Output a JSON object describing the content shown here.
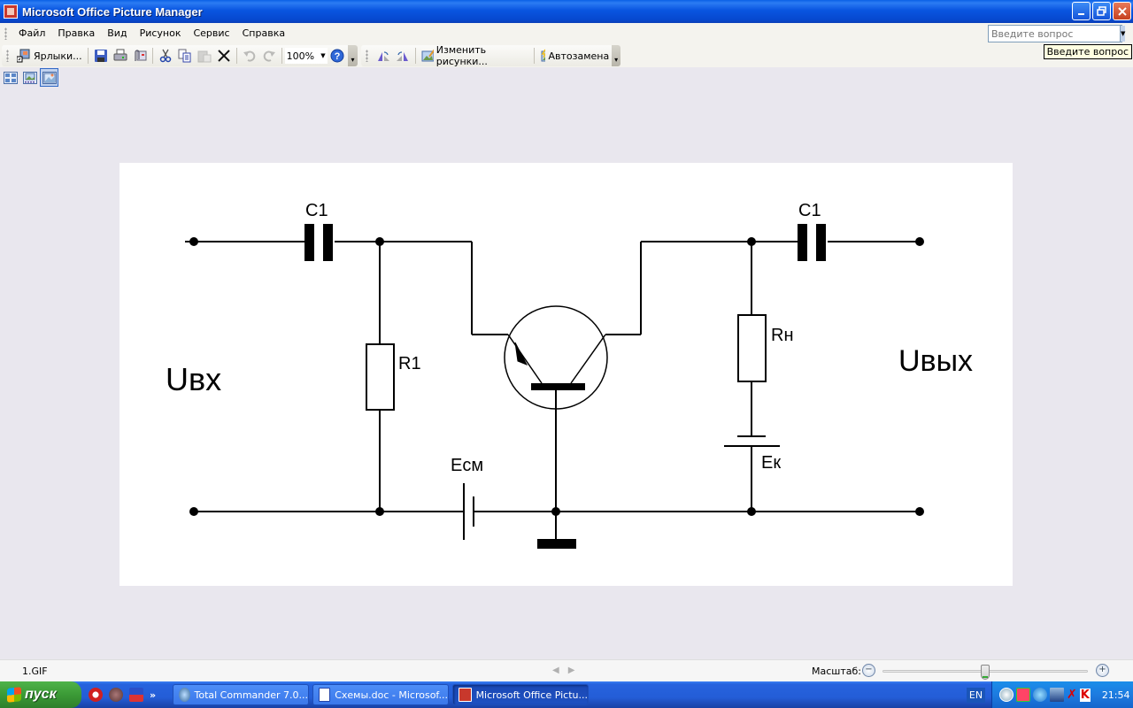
{
  "window": {
    "title": "Microsoft Office Picture Manager"
  },
  "menu": {
    "items": [
      {
        "label": "Файл",
        "accel": "Ф"
      },
      {
        "label": "Правка",
        "accel": "П"
      },
      {
        "label": "Вид",
        "accel": "В"
      },
      {
        "label": "Рисунок",
        "accel": "Р"
      },
      {
        "label": "Сервис",
        "accel": "е"
      },
      {
        "label": "Справка",
        "accel": "С"
      }
    ],
    "help_placeholder": "Введите вопрос",
    "tooltip": "Введите вопрос"
  },
  "toolbar": {
    "shortcuts_label": "Ярлыки...",
    "zoom_value": "100%",
    "edit_pictures_label": "Изменить рисунки...",
    "autocorrect_label": "Автозамена"
  },
  "diagram": {
    "labels": {
      "c1_left": "C1",
      "c1_right": "C1",
      "r1": "R1",
      "rn": "Rн",
      "u_in": "Uвх",
      "u_out": "Uвых",
      "e_bias": "Eсм",
      "e_k": "Eк"
    }
  },
  "statusbar": {
    "file_name": "1.GIF",
    "zoom_label": "Масштаб:",
    "zoom_slider_fraction": 0.5
  },
  "taskbar": {
    "start_label": "пуск",
    "tasks": [
      {
        "label": "Total Commander 7.0...",
        "active": false
      },
      {
        "label": "Схемы.doc - Microsof...",
        "active": false
      },
      {
        "label": "Microsoft Office Pictu...",
        "active": true
      }
    ],
    "language": "EN",
    "clock": "21:54"
  }
}
